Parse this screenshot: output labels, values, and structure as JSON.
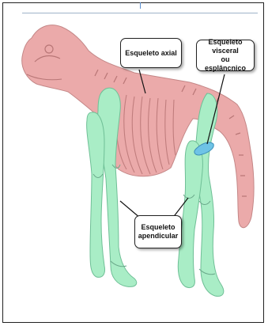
{
  "labels": {
    "axial": "Esqueleto axial",
    "visceral_line1": "Esqueleto visceral",
    "visceral_line2": "ou esplâncnico",
    "appendicular_line1": "Esqueleto",
    "appendicular_line2": "apendicular"
  },
  "colors": {
    "axial": "#e8a3a3",
    "appendicular": "#a7ecc4",
    "visceral": "#6ec3e6",
    "bone_outline": "#b88080"
  }
}
